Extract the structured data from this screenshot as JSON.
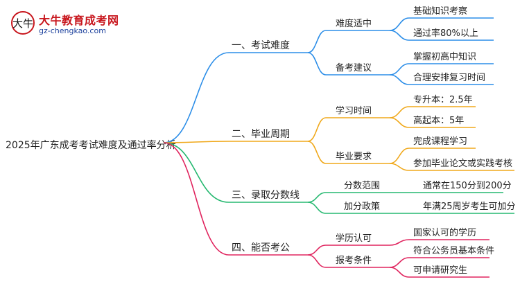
{
  "logo": {
    "badge": "大牛",
    "title": "大牛教育成考网",
    "url": "gz-chengkao.com"
  },
  "mindmap": {
    "root": "2025年广东成考考试难度及通过率分析",
    "branches": [
      {
        "label": "一、考试难度",
        "color": "#2c8ee8",
        "children": [
          {
            "label": "难度适中",
            "children": [
              "基础知识考察",
              "通过率80%以上"
            ]
          },
          {
            "label": "备考建议",
            "children": [
              "掌握初高中知识",
              "合理安排复习时间"
            ]
          }
        ]
      },
      {
        "label": "二、毕业周期",
        "color": "#f0a81a",
        "children": [
          {
            "label": "学习时间",
            "children": [
              "专升本：2.5年",
              "高起本：5年"
            ]
          },
          {
            "label": "毕业要求",
            "children": [
              "完成课程学习",
              "参加毕业论文或实践考核"
            ]
          }
        ]
      },
      {
        "label": "三、录取分数线",
        "color": "#25b870",
        "children": [
          {
            "label": "分数范围",
            "children": [
              "通常在150分到200分"
            ]
          },
          {
            "label": "加分政策",
            "children": [
              "年满25周岁考生可加分"
            ]
          }
        ]
      },
      {
        "label": "四、能否考公",
        "color": "#e0245e",
        "children": [
          {
            "label": "学历认可",
            "children": [
              "国家认可的学历"
            ]
          },
          {
            "label": "报考条件",
            "children": [
              "符合公务员基本条件",
              "可申请研究生"
            ]
          }
        ]
      }
    ]
  }
}
